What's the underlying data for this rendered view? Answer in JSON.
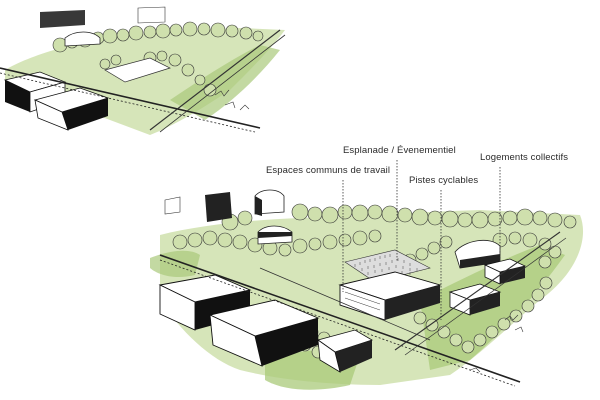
{
  "labels": {
    "espaces": "Espaces communs de travail",
    "esplanade": "Esplanade / Évenementiel",
    "pistes": "Pistes cyclables",
    "logements": "Logements collectifs"
  },
  "colors": {
    "green": "#a9c97a",
    "light_green": "#cfe0ad",
    "ink": "#1a1a1a",
    "paper": "#ffffff"
  }
}
